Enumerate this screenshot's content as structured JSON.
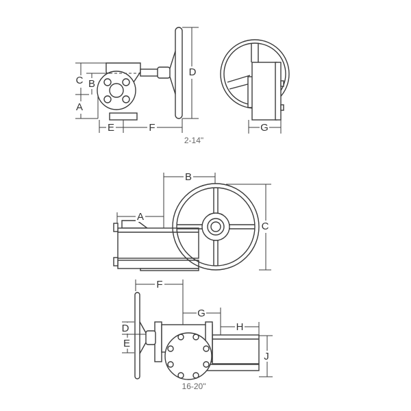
{
  "diagram_small": {
    "caption": "2-14\"",
    "labels": {
      "A": "A",
      "B": "B",
      "C": "C",
      "D": "D",
      "E": "E",
      "F": "F",
      "G": "G"
    }
  },
  "diagram_large": {
    "caption": "16-20\"",
    "labels": {
      "A": "A",
      "B": "B",
      "C": "C",
      "D": "D",
      "E": "E",
      "F": "F",
      "G": "G",
      "H": "H",
      "J": "J"
    }
  }
}
